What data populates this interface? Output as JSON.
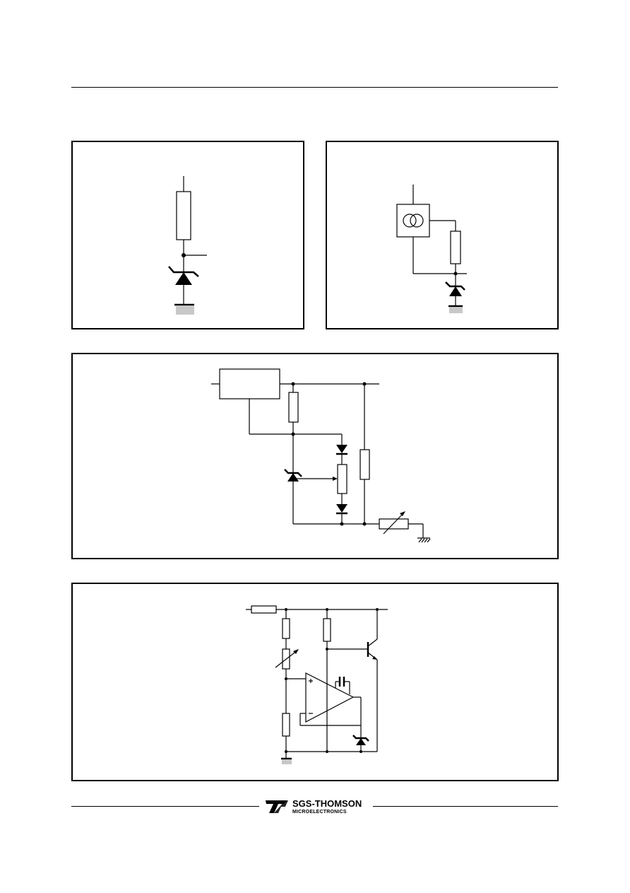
{
  "logo": {
    "brand": "SGS-THOMSON",
    "subtitle": "MICROELECTRONICS"
  },
  "figures": [
    {
      "id": "fig-zener-resistor",
      "components": [
        "resistor",
        "zener-diode",
        "ground"
      ]
    },
    {
      "id": "fig-current-source-zener",
      "components": [
        "current-source",
        "resistor",
        "zener-diode",
        "ground"
      ]
    },
    {
      "id": "fig-regulator-reference",
      "components": [
        "regulator-block",
        "resistor",
        "zener-diode",
        "diode",
        "diode",
        "potentiometer",
        "resistor",
        "variable-resistor",
        "ground"
      ]
    },
    {
      "id": "fig-opamp-reference",
      "components": [
        "resistor",
        "resistor",
        "variable-resistor",
        "resistor",
        "resistor",
        "op-amp",
        "capacitor",
        "transistor",
        "zener-diode",
        "ground"
      ]
    }
  ]
}
